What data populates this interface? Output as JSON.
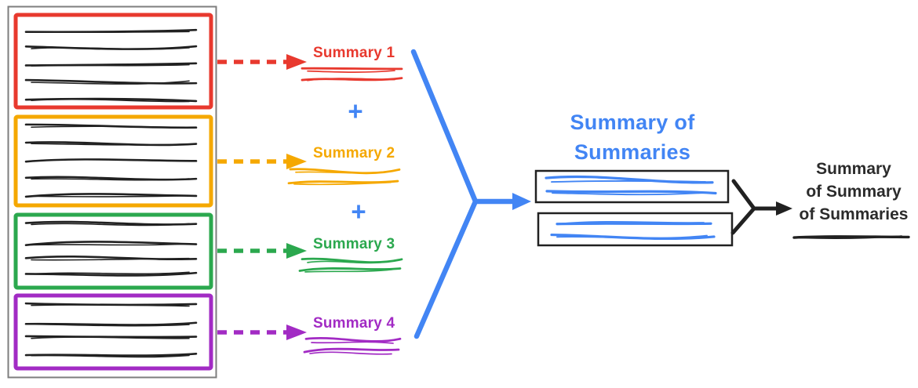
{
  "diagram": {
    "labels": {
      "summary_1": "Summary 1",
      "summary_2": "Summary 2",
      "summary_3": "Summary 3",
      "summary_4": "Summary 4",
      "plus": "+"
    },
    "summary_of_summaries": {
      "line1": "Summary of",
      "line2": "Summaries"
    },
    "final_summary": {
      "line1": "Summary",
      "line2": "of Summary",
      "line3": "of Summaries"
    },
    "colors": {
      "red": "#E8392E",
      "orange": "#F5A800",
      "green": "#2BA84E",
      "purple": "#A22BC4",
      "blue": "#4285F4",
      "ink": "#212121",
      "frame": "#7E7E7E"
    }
  }
}
